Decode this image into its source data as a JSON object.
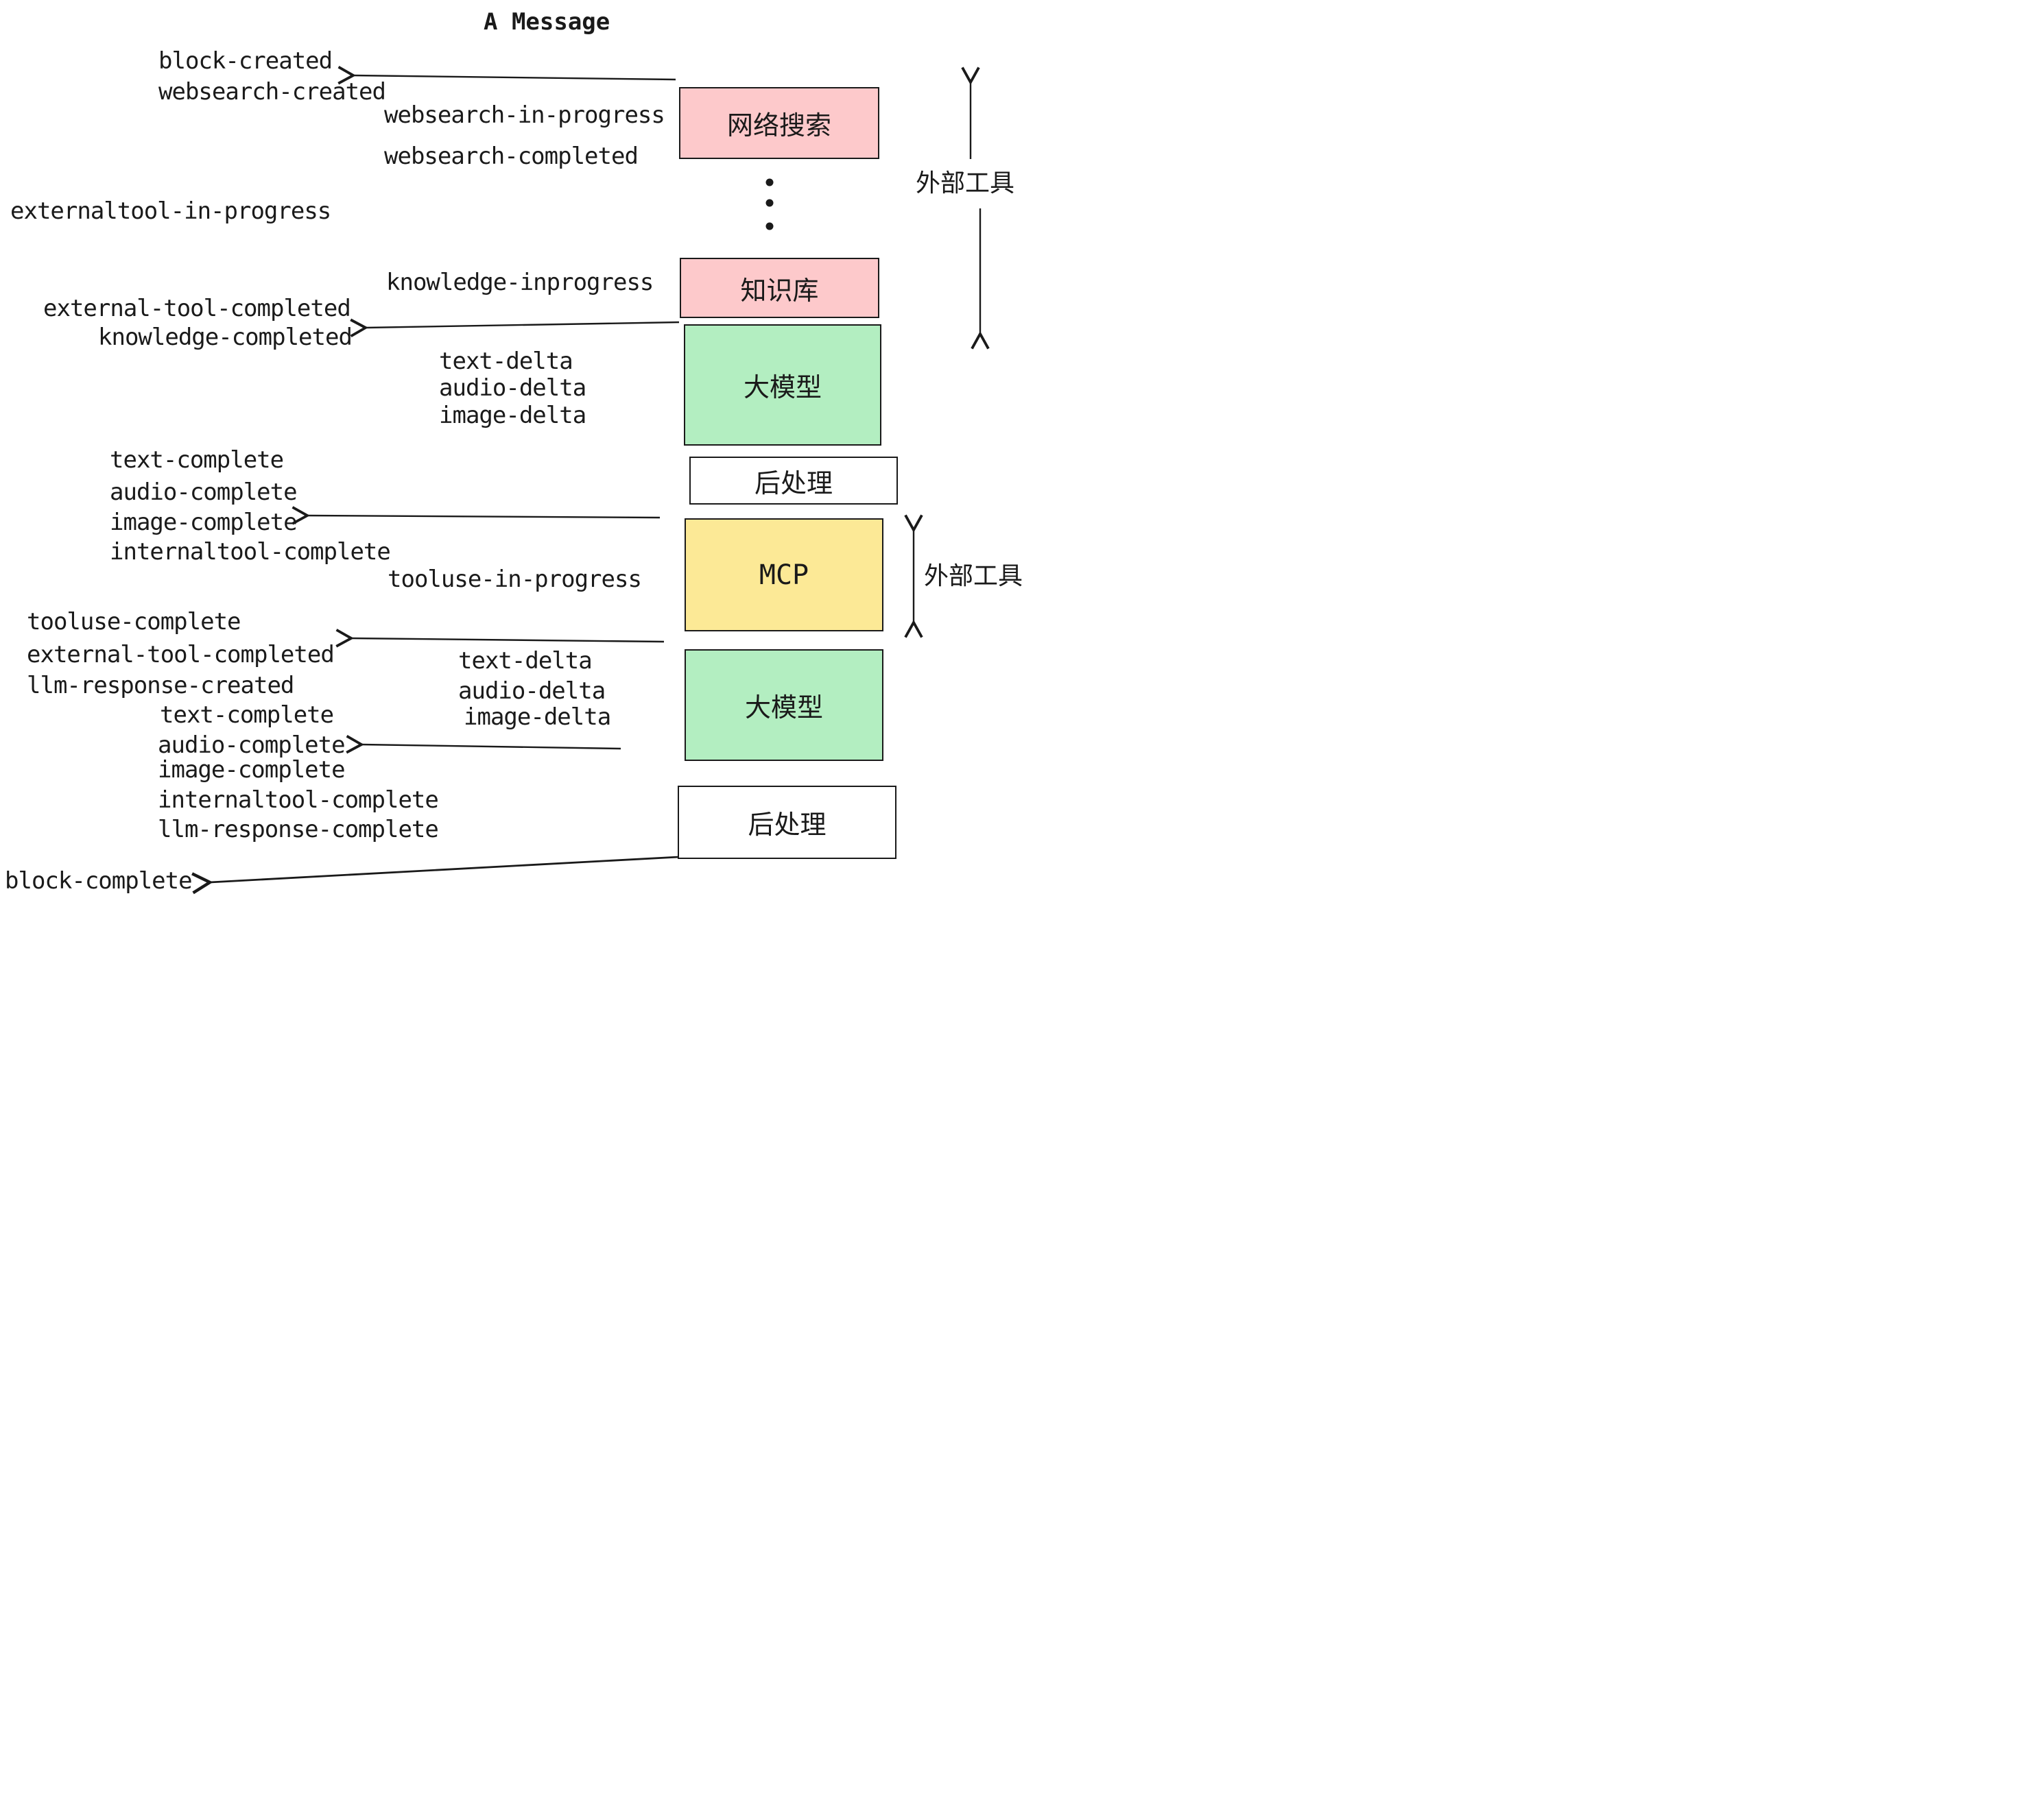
{
  "title": "A Message",
  "colors": {
    "ink": "#1a1a1a",
    "external_tool_fill": "#fdc9cb",
    "llm_fill": "#b3eec1",
    "mcp_fill": "#fce996",
    "post_fill": "#ffffff"
  },
  "events": [
    {
      "id": "block-created",
      "label": "block-created"
    },
    {
      "id": "websearch-created",
      "label": "websearch-created"
    },
    {
      "id": "websearch-in-progress",
      "label": "websearch-in-progress"
    },
    {
      "id": "websearch-completed",
      "label": "websearch-completed"
    },
    {
      "id": "externaltool-in-progress",
      "label": "externaltool-in-progress"
    },
    {
      "id": "knowledge-inprogress",
      "label": "knowledge-inprogress"
    },
    {
      "id": "external-tool-completed",
      "label": "external-tool-completed"
    },
    {
      "id": "knowledge-completed",
      "label": "knowledge-completed"
    },
    {
      "id": "text-delta",
      "label": "text-delta"
    },
    {
      "id": "audio-delta",
      "label": "audio-delta"
    },
    {
      "id": "image-delta",
      "label": "image-delta"
    },
    {
      "id": "text-complete",
      "label": "text-complete"
    },
    {
      "id": "audio-complete",
      "label": "audio-complete"
    },
    {
      "id": "image-complete",
      "label": "image-complete"
    },
    {
      "id": "internaltool-complete",
      "label": "internaltool-complete"
    },
    {
      "id": "tooluse-in-progress",
      "label": "tooluse-in-progress"
    },
    {
      "id": "tooluse-complete",
      "label": "tooluse-complete"
    },
    {
      "id": "external-tool-completed-2",
      "label": "external-tool-completed"
    },
    {
      "id": "llm-response-created",
      "label": "llm-response-created"
    },
    {
      "id": "text-complete-2",
      "label": "text-complete"
    },
    {
      "id": "audio-complete-2",
      "label": "audio-complete"
    },
    {
      "id": "image-complete-2",
      "label": "image-complete"
    },
    {
      "id": "internaltool-complete-2",
      "label": "internaltool-complete"
    },
    {
      "id": "llm-response-complete",
      "label": "llm-response-complete"
    },
    {
      "id": "text-delta-2",
      "label": "text-delta"
    },
    {
      "id": "audio-delta-2",
      "label": "audio-delta"
    },
    {
      "id": "image-delta-2",
      "label": "image-delta"
    },
    {
      "id": "block-complete",
      "label": "block-complete"
    }
  ],
  "nodes": [
    {
      "id": "websearch",
      "label": "网络搜索",
      "fill": "#fdc9cb"
    },
    {
      "id": "knowledge",
      "label": "知识库",
      "fill": "#fdc9cb"
    },
    {
      "id": "llm-1",
      "label": "大模型",
      "fill": "#b3eec1"
    },
    {
      "id": "post-1",
      "label": "后处理",
      "fill": "#ffffff"
    },
    {
      "id": "mcp",
      "label": "MCP",
      "fill": "#fce996"
    },
    {
      "id": "llm-2",
      "label": "大模型",
      "fill": "#b3eec1"
    },
    {
      "id": "post-2",
      "label": "后处理",
      "fill": "#ffffff"
    }
  ],
  "side_labels": [
    {
      "id": "external-tools-top",
      "label": "外部工具"
    },
    {
      "id": "external-tools-mcp",
      "label": "外部工具"
    }
  ]
}
